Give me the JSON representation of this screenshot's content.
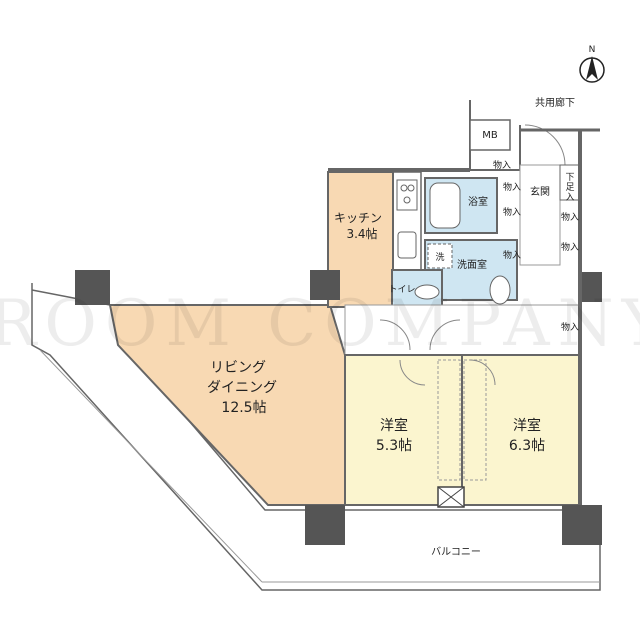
{
  "compass": {
    "label": "N"
  },
  "labels": {
    "corridor": "共用廊下",
    "mb": "MB",
    "entrance": "玄関",
    "shoe": "下足入",
    "storage": "物入",
    "bath": "浴室",
    "washroom": "洗面室",
    "wash": "洗",
    "toilet": "トイレ",
    "kitchen_name": "キッチン",
    "kitchen_size": "3.4帖",
    "living_line1": "リビング",
    "living_line2": "ダイニング",
    "living_size": "12.5帖",
    "bedroom1_name": "洋室",
    "bedroom1_size": "5.3帖",
    "bedroom2_name": "洋室",
    "bedroom2_size": "6.3帖",
    "balcony": "バルコニー"
  },
  "watermark": "ROOM COMPANY",
  "colors": {
    "living": "#f8d9b3",
    "kitchen": "#f8d9b3",
    "bedroom": "#fbf5cf",
    "bath": "#cfe6f2",
    "wall": "#666666",
    "column": "#555555"
  }
}
